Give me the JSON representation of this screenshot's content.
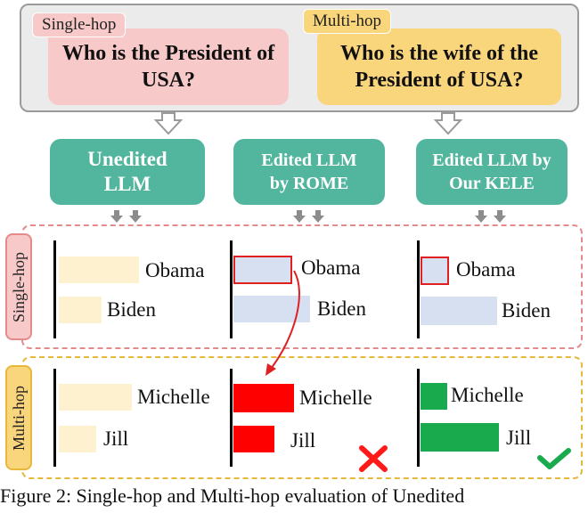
{
  "tags": {
    "single": "Single-hop",
    "multi": "Multi-hop"
  },
  "questions": {
    "single": "Who is the President of USA?",
    "multi": "Who is the wife of the President of USA?"
  },
  "models": {
    "unedited": "Unedited LLM",
    "rome": "Edited LLM by ROME",
    "kele": "Edited LLM by Our KELE"
  },
  "rows": {
    "single": "Single-hop",
    "multi": "Multi-hop"
  },
  "single_hop": {
    "unedited": [
      {
        "label": "Obama",
        "value": 0.72
      },
      {
        "label": "Biden",
        "value": 0.38
      }
    ],
    "rome": [
      {
        "label": "Obama",
        "value": 0.62
      },
      {
        "label": "Biden",
        "value": 0.82
      }
    ],
    "kele": [
      {
        "label": "Obama",
        "value": 0.28
      },
      {
        "label": "Biden",
        "value": 0.85
      }
    ]
  },
  "multi_hop": {
    "unedited": [
      {
        "label": "Michelle",
        "value": 0.85
      },
      {
        "label": "Jill",
        "value": 0.45
      }
    ],
    "rome": [
      {
        "label": "Michelle",
        "value": 0.62
      },
      {
        "label": "Jill",
        "value": 0.42
      }
    ],
    "kele": [
      {
        "label": "Michelle",
        "value": 0.28
      },
      {
        "label": "Jill",
        "value": 0.82
      }
    ]
  },
  "results": {
    "rome": "cross-icon",
    "kele": "check-icon"
  },
  "colors": {
    "unedited_bar": "#fdf1cf",
    "rome_single_bar": "#d6e0f0",
    "rome_edit_outline": "#e02020",
    "rome_multi_bar": "#ff0000",
    "kele_multi_bar": "#1aaa4e",
    "llm_box": "#52b59d"
  },
  "caption": "Figure 2: Single-hop and Multi-hop evaluation of Unedited"
}
